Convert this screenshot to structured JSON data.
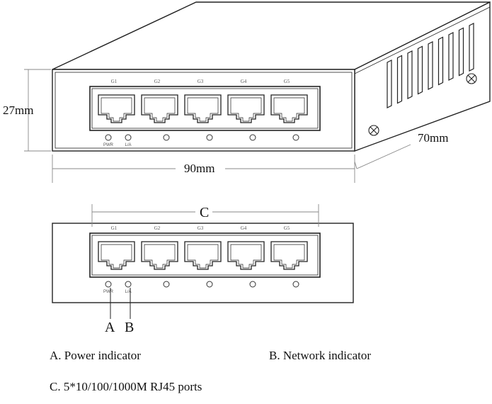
{
  "dimensions": {
    "height": "27mm",
    "width": "90mm",
    "depth": "70mm"
  },
  "ports": [
    "G1",
    "G2",
    "G3",
    "G4",
    "G5"
  ],
  "indicators": {
    "power": "PWR",
    "link_activity": "L/A"
  },
  "callouts": {
    "ports": "C",
    "power": "A",
    "network": "B"
  },
  "legend": {
    "a": "A. Power indicator",
    "b": "B. Network indicator",
    "c": "C. 5*10/100/1000M RJ45 ports"
  },
  "colors": {
    "line": "#222222",
    "dim_line": "#888888",
    "text": "#111111"
  }
}
